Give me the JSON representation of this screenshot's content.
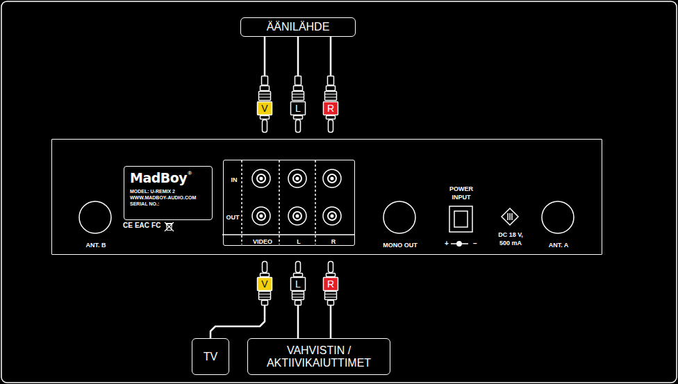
{
  "diagram": {
    "nodes": [
      {
        "text": [
          "ÄÄNILÄHDE"
        ]
      },
      {
        "text": [
          "V"
        ]
      },
      {
        "text": [
          "L"
        ]
      },
      {
        "text": [
          "R"
        ]
      },
      {
        "text": [
          "ANT. B",
          "MONO OUT",
          "POWER INPUT",
          "DC 18 V, 500 mA",
          "ANT. A"
        ]
      },
      {
        "text": [
          "MadBoy",
          "®",
          "MODEL: U-REMIX 2",
          "WWW.MADBOY-AUDIO.COM",
          "SERIAL NO.:"
        ],
        "in": 4
      },
      {
        "text": [
          "IN",
          "OUT",
          "VIDEO",
          "L",
          "R"
        ],
        "in": 4
      },
      {
        "text": [
          "V"
        ]
      },
      {
        "text": [
          "L"
        ]
      },
      {
        "text": [
          "R"
        ]
      },
      {
        "text": [
          "TV"
        ]
      },
      {
        "text": [
          "VAHVISTIN / AKTIIVIKAIUTTIMET"
        ]
      }
    ],
    "edges": [
      {
        "from": 0,
        "to": 1,
        "arrow": "none"
      },
      {
        "from": 0,
        "to": 2,
        "arrow": "none"
      },
      {
        "from": 0,
        "to": 3,
        "arrow": "none"
      },
      {
        "from": 7,
        "to": 10,
        "arrow": "none"
      },
      {
        "from": 8,
        "to": 11,
        "arrow": "none"
      },
      {
        "from": 9,
        "to": 11,
        "arrow": "none"
      }
    ],
    "labels": [
      "CE",
      "EAC",
      "FC",
      "+",
      "−"
    ]
  }
}
